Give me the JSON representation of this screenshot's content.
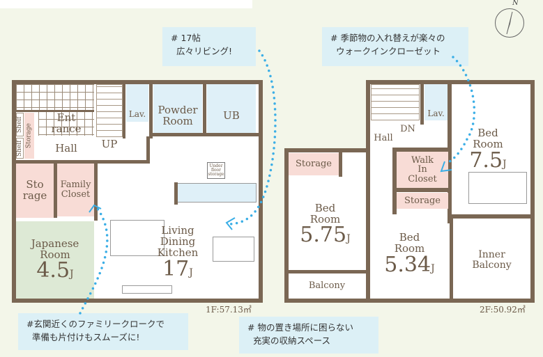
{
  "compass": {
    "label": "N"
  },
  "callouts": {
    "living": "# 17帖\n  広々リビング!",
    "closet": "# 季節物の入れ替えが楽々の\n  ウォークインクローゼット",
    "family": "#玄関近くのファミリークロークで\n  準備も片付けもスムーズに!",
    "storage": "# 物の置き場所に困らない\n  充実の収納スペース"
  },
  "floor1": {
    "area": "1F:57.13㎡",
    "rooms": {
      "entrance": "Ent\nrance",
      "shelf1": "Shelf",
      "shelf2": "Shelf",
      "storage_small": "Storage",
      "hall": "Hall",
      "up": "UP",
      "lav": "Lav.",
      "powder": "Powder\nRoom",
      "ub": "UB",
      "underfloor": "Under\nfloor\nstorage",
      "storage": "Sto\nrage",
      "family_closet": "Family\nCloset",
      "japanese": "Japanese\nRoom",
      "japanese_size": "4.5",
      "ldk": "Living\nDining\nKitchen",
      "ldk_size": "17",
      "unit": "J"
    }
  },
  "floor2": {
    "area": "2F:50.92㎡",
    "rooms": {
      "storage_a": "Storage",
      "bed_a": "Bed\nRoom",
      "bed_a_size": "5.75",
      "balcony": "Balcony",
      "hall": "Hall",
      "dn": "DN",
      "lav": "Lav.",
      "walk_in": "Walk\nIn\nCloset",
      "storage_b": "Storage",
      "bed_b": "Bed\nRoom",
      "bed_b_size": "5.34",
      "bed_c": "Bed\nRoom",
      "bed_c_size": "7.5",
      "inner_balcony": "Inner\nBalcony",
      "unit": "J"
    }
  },
  "colors": {
    "wall": "#7a6754",
    "storage": "#f8dcd6",
    "wet": "#dff0f8",
    "tatami": "#dde9d5",
    "arrow": "#3aaee6"
  }
}
